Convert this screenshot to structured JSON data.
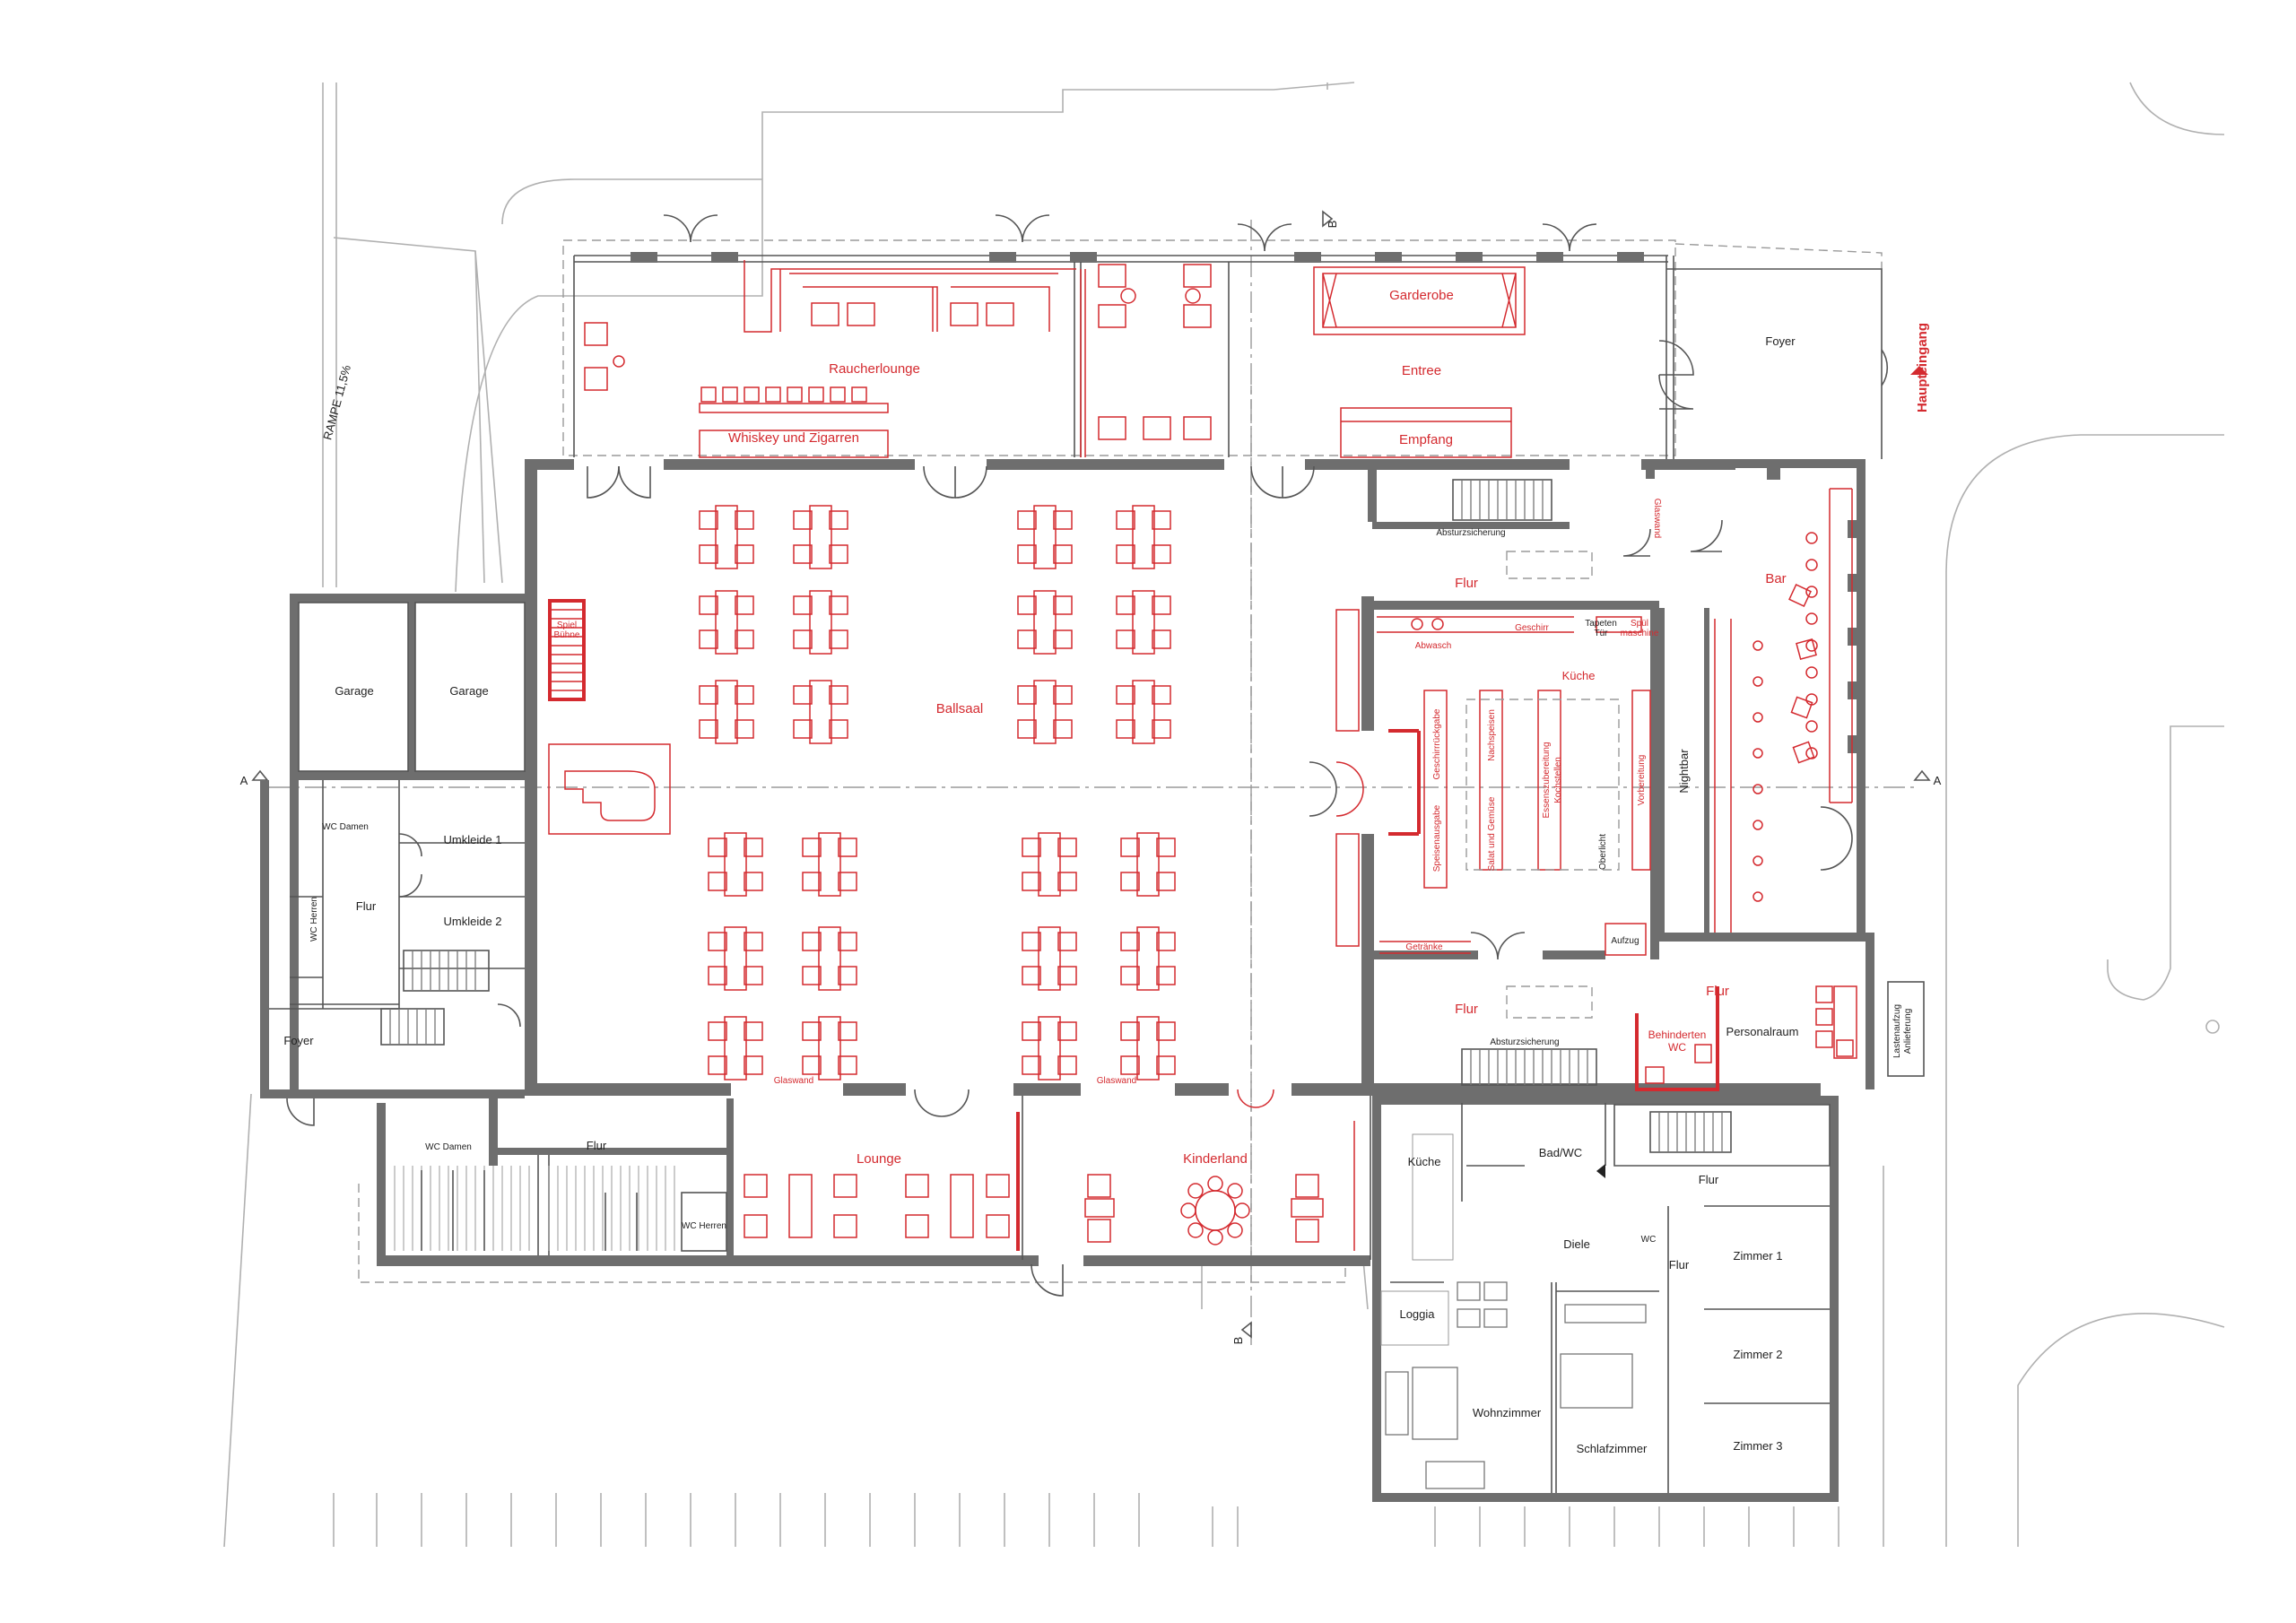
{
  "plan": {
    "rooms": {
      "raucherlounge": "Raucherlounge",
      "whiskey": "Whiskey und Zigarren",
      "garderobe": "Garderobe",
      "entree": "Entree",
      "empfang": "Empfang",
      "foyer_main": "Foyer",
      "ballsaal": "Ballsaal",
      "garage1": "Garage",
      "garage2": "Garage",
      "wc_damen1": "WC Damen",
      "umkleide1": "Umkleide 1",
      "umkleide2": "Umkleide 2",
      "flur_left": "Flur",
      "wc_herren1": "WC Herren",
      "foyer_left": "Foyer",
      "wc_damen2": "WC Damen",
      "flur_bottom": "Flur",
      "wc_herren2": "WC Herren",
      "lounge": "Lounge",
      "kinderland": "Kinderland",
      "flur_kitchen_top": "Flur",
      "bar": "Bar",
      "kueche_main": "Küche",
      "flur_kitchen_bottom": "Flur",
      "flur_lift": "Flur",
      "behinderten_wc_1": "Behinderten",
      "behinderten_wc_2": "WC",
      "personalraum": "Personalraum",
      "kueche_apt": "Küche",
      "bad_wc": "Bad/WC",
      "flur_apt": "Flur",
      "diele": "Diele",
      "wc_apt": "WC",
      "flur_apt2": "Flur",
      "zimmer1": "Zimmer 1",
      "zimmer2": "Zimmer 2",
      "zimmer3": "Zimmer 3",
      "loggia": "Loggia",
      "wohnzimmer": "Wohnzimmer",
      "schlafzimmer": "Schlafzimmer"
    },
    "kitchen": {
      "abwasch": "Abwasch",
      "geschirr": "Geschirr",
      "tapeten_tuer_1": "Tapeten",
      "tapeten_tuer_2": "Tür",
      "spuel_1": "Spül",
      "spuel_2": "maschine",
      "geschirrrueckgabe": "Geschirrrückgabe",
      "speisenausgabe": "Speisenausgabe",
      "nachspeisen": "Nachspeisen",
      "salat": "Salat und Gemüse",
      "essenszubereitung_1": "Essenszubereitung",
      "essenszubereitung_2": "Kochstellen",
      "oberlicht": "Oberlicht",
      "vorbereitung": "Vorbereitung",
      "getraenke": "Getränke",
      "aufzug": "Aufzug",
      "nightbar": "Nightbar"
    },
    "notes": {
      "absturzsicherung_top": "Absturzsicherung",
      "absturzsicherung_bottom": "Absturzsicherung",
      "glaswand_left": "Glaswand",
      "glaswand_right": "Glaswand",
      "glaswand_vertical": "Glaswand",
      "rampe": "RAMPE 11,5%",
      "haupteingang": "Haupteingang",
      "lastenaufzug_1": "Lastenaufzug",
      "lastenaufzug_2": "Anlieferung",
      "stair_label_1": "Spiel",
      "stair_label_2": "Bühne",
      "section_a_left": "A",
      "section_a_right": "A",
      "section_b_top": "B",
      "section_b_bottom": "B"
    },
    "colors": {
      "furniture": "#d42a2f",
      "walls": "#6e6e6e",
      "site": "#b0b0b0"
    }
  }
}
